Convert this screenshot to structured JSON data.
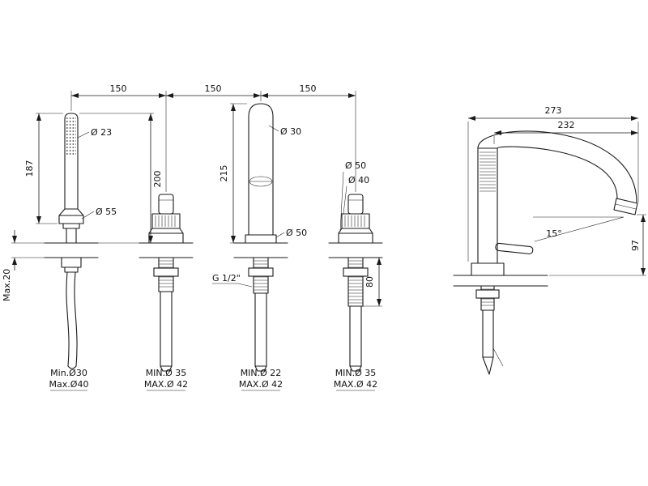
{
  "drawing": {
    "title": "faucet-set-dimension-drawing",
    "line_color": "#1a1a1a",
    "top_dimensions": {
      "seg1": "150",
      "seg2": "150",
      "seg3": "150"
    },
    "handshower": {
      "head_diameter": "Ø 23",
      "length": "187",
      "height_above_deck": "200",
      "flange_diameter": "Ø 55",
      "deck_thickness": "Max.20",
      "hole_min": "Min.Ø30",
      "hole_max": "Max.Ø40"
    },
    "valve_left": {
      "hole_min": "MIN.Ø 35",
      "hole_max": "MAX.Ø 42"
    },
    "spout": {
      "diameter": "Ø 30",
      "height": "215",
      "flange_diameter": "Ø 50",
      "thread": "G 1/2\"",
      "hole_min": "MIN.Ø 22",
      "hole_max": "MAX.Ø 42"
    },
    "valve_right": {
      "flange_diameter": "Ø 50",
      "body_diameter": "Ø 40",
      "underdeck_length": "80",
      "hole_min": "MIN.Ø 35",
      "hole_max": "MAX.Ø 42"
    },
    "side_view": {
      "overall_depth": "273",
      "spout_reach": "232",
      "outlet_angle": "15°",
      "spout_height": "97"
    }
  }
}
